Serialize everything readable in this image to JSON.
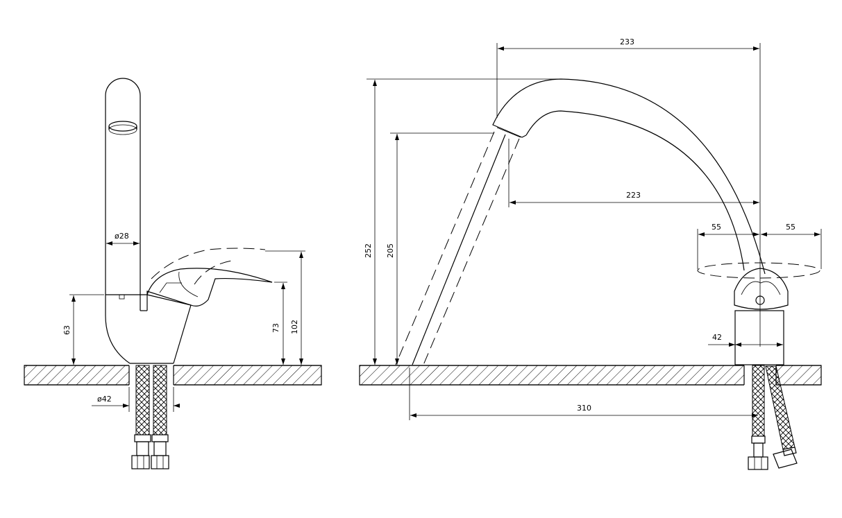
{
  "dimensions": {
    "front_diameter_spout": "ø28",
    "front_height_body": "63",
    "front_height_lever_low": "73",
    "front_height_lever_high": "102",
    "front_diameter_base": "ø42",
    "side_spout_reach_top": "233",
    "side_total_height": "252",
    "side_outlet_height": "205",
    "side_spout_reach_outlet": "223",
    "side_lever_left": "55",
    "side_lever_right": "55",
    "side_base_width": "42",
    "side_swing_reach": "310"
  },
  "colors": {
    "line": "#000000",
    "background": "#ffffff"
  }
}
